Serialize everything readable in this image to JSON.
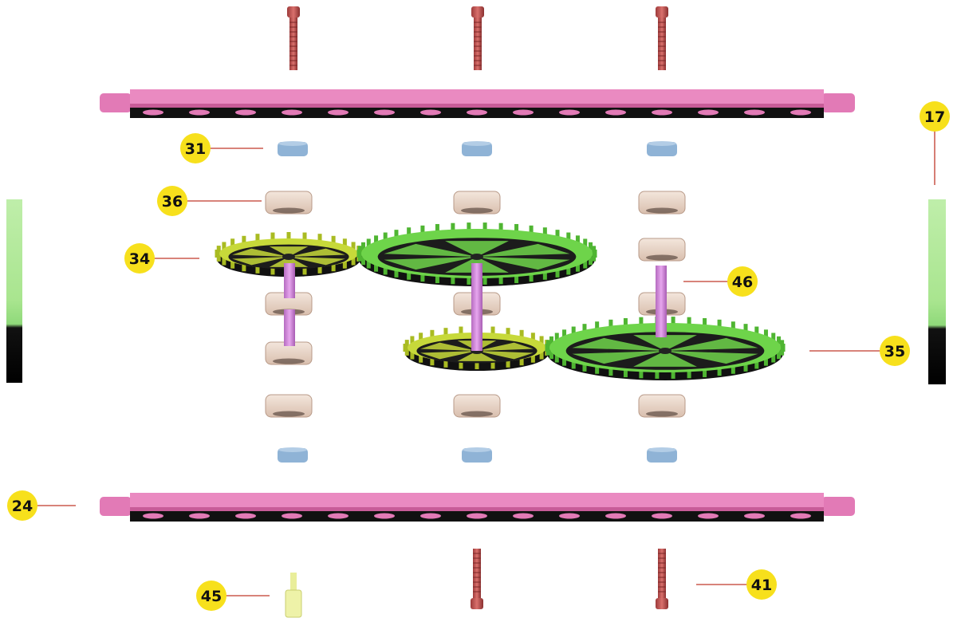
{
  "diagram": {
    "kind": "exploded-assembly",
    "callouts": [
      {
        "id": "callout-31",
        "label": "31"
      },
      {
        "id": "callout-36",
        "label": "36"
      },
      {
        "id": "callout-34",
        "label": "34"
      },
      {
        "id": "callout-46",
        "label": "46"
      },
      {
        "id": "callout-35",
        "label": "35"
      },
      {
        "id": "callout-17",
        "label": "17"
      },
      {
        "id": "callout-24",
        "label": "24"
      },
      {
        "id": "callout-45",
        "label": "45"
      },
      {
        "id": "callout-41",
        "label": "41"
      }
    ],
    "colors": {
      "frame_bar": "#e27ab6",
      "frame_bar_dark": "#111111",
      "screw": "#c85a5a",
      "washer_blue": "#8fb3d6",
      "spacer": "#ecd9cc",
      "shaft": "#d98be0",
      "gear_yellow": "#c7d93a",
      "gear_green": "#6ed44a",
      "side_panel": "#b8eea0",
      "standoff": "#eef2a8",
      "callout_fill": "#f7e01c",
      "leader_line": "#c0392b"
    }
  }
}
